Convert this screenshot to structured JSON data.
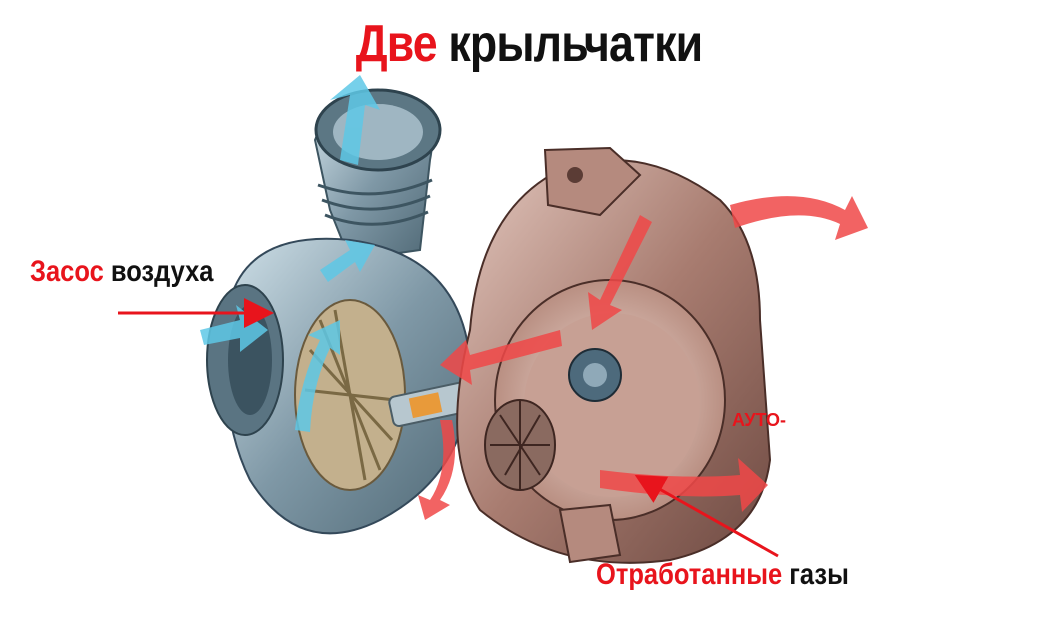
{
  "title": {
    "red": "Две",
    "black": "крыльчатки"
  },
  "labels": {
    "intake": {
      "red": "Засос",
      "black": "воздуха"
    },
    "exhaust": {
      "red": "Отработанные",
      "black": "газы"
    }
  },
  "watermark": "АУТО-",
  "colors": {
    "accent_red": "#e8141c",
    "text_black": "#111111",
    "compressor_metal": "#8fa7b3",
    "turbine_metal": "#a07468",
    "air_flow": "#5ec8e6",
    "exhaust_flow": "#f04848"
  }
}
